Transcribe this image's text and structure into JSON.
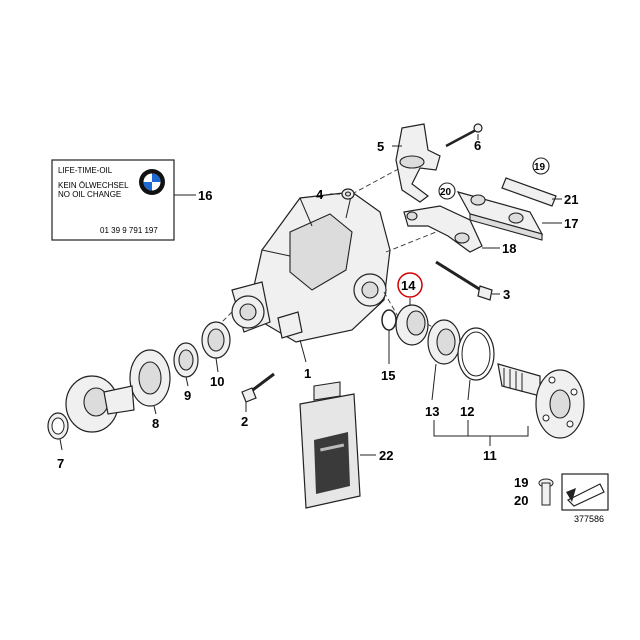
{
  "label_sticker": {
    "line1": "LIFE-TIME-OIL",
    "line2": "KEIN ÖLWECHSEL",
    "line3": "NO OIL CHANGE",
    "part_number": "01 39 9 791 197"
  },
  "callouts": {
    "c1": "1",
    "c2": "2",
    "c3": "3",
    "c4": "4",
    "c5": "5",
    "c6": "6",
    "c7": "7",
    "c8": "8",
    "c9": "9",
    "c10": "10",
    "c11": "11",
    "c12": "12",
    "c13": "13",
    "c14": "14",
    "c15": "15",
    "c16": "16",
    "c17": "17",
    "c18": "18",
    "c19": "19",
    "c20": "20",
    "c21": "21",
    "c22": "22"
  },
  "legend": {
    "ref1": "19",
    "ref2": "20",
    "diagram_number": "377586"
  },
  "colors": {
    "line": "#222222",
    "highlight": "#d40000",
    "part_fill": "#f0f0f0",
    "bottle_fill": "#e6e6e6",
    "bottle_label": "#3a3a3a",
    "bmw_blue": "#1c69d4"
  }
}
